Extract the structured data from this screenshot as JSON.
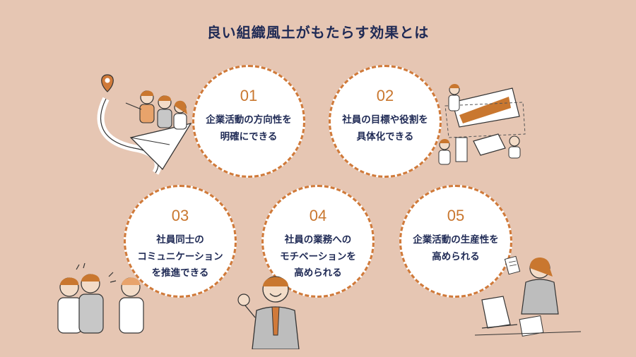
{
  "title": "良い組織風土がもたらす効果とは",
  "items": [
    {
      "number": "01",
      "text": "企業活動の方向性を\n明確にできる"
    },
    {
      "number": "02",
      "text": "社員の目標や役割を\n具体化できる"
    },
    {
      "number": "03",
      "text": "社員同士の\nコミュニケーション\nを推進できる"
    },
    {
      "number": "04",
      "text": "社員の業務への\nモチベーションを\n高められる"
    },
    {
      "number": "05",
      "text": "企業活動の生産性を\n高められる"
    }
  ],
  "colors": {
    "background": "#e6c6b3",
    "accent": "#d07a3a",
    "text": "#1f2a55"
  }
}
